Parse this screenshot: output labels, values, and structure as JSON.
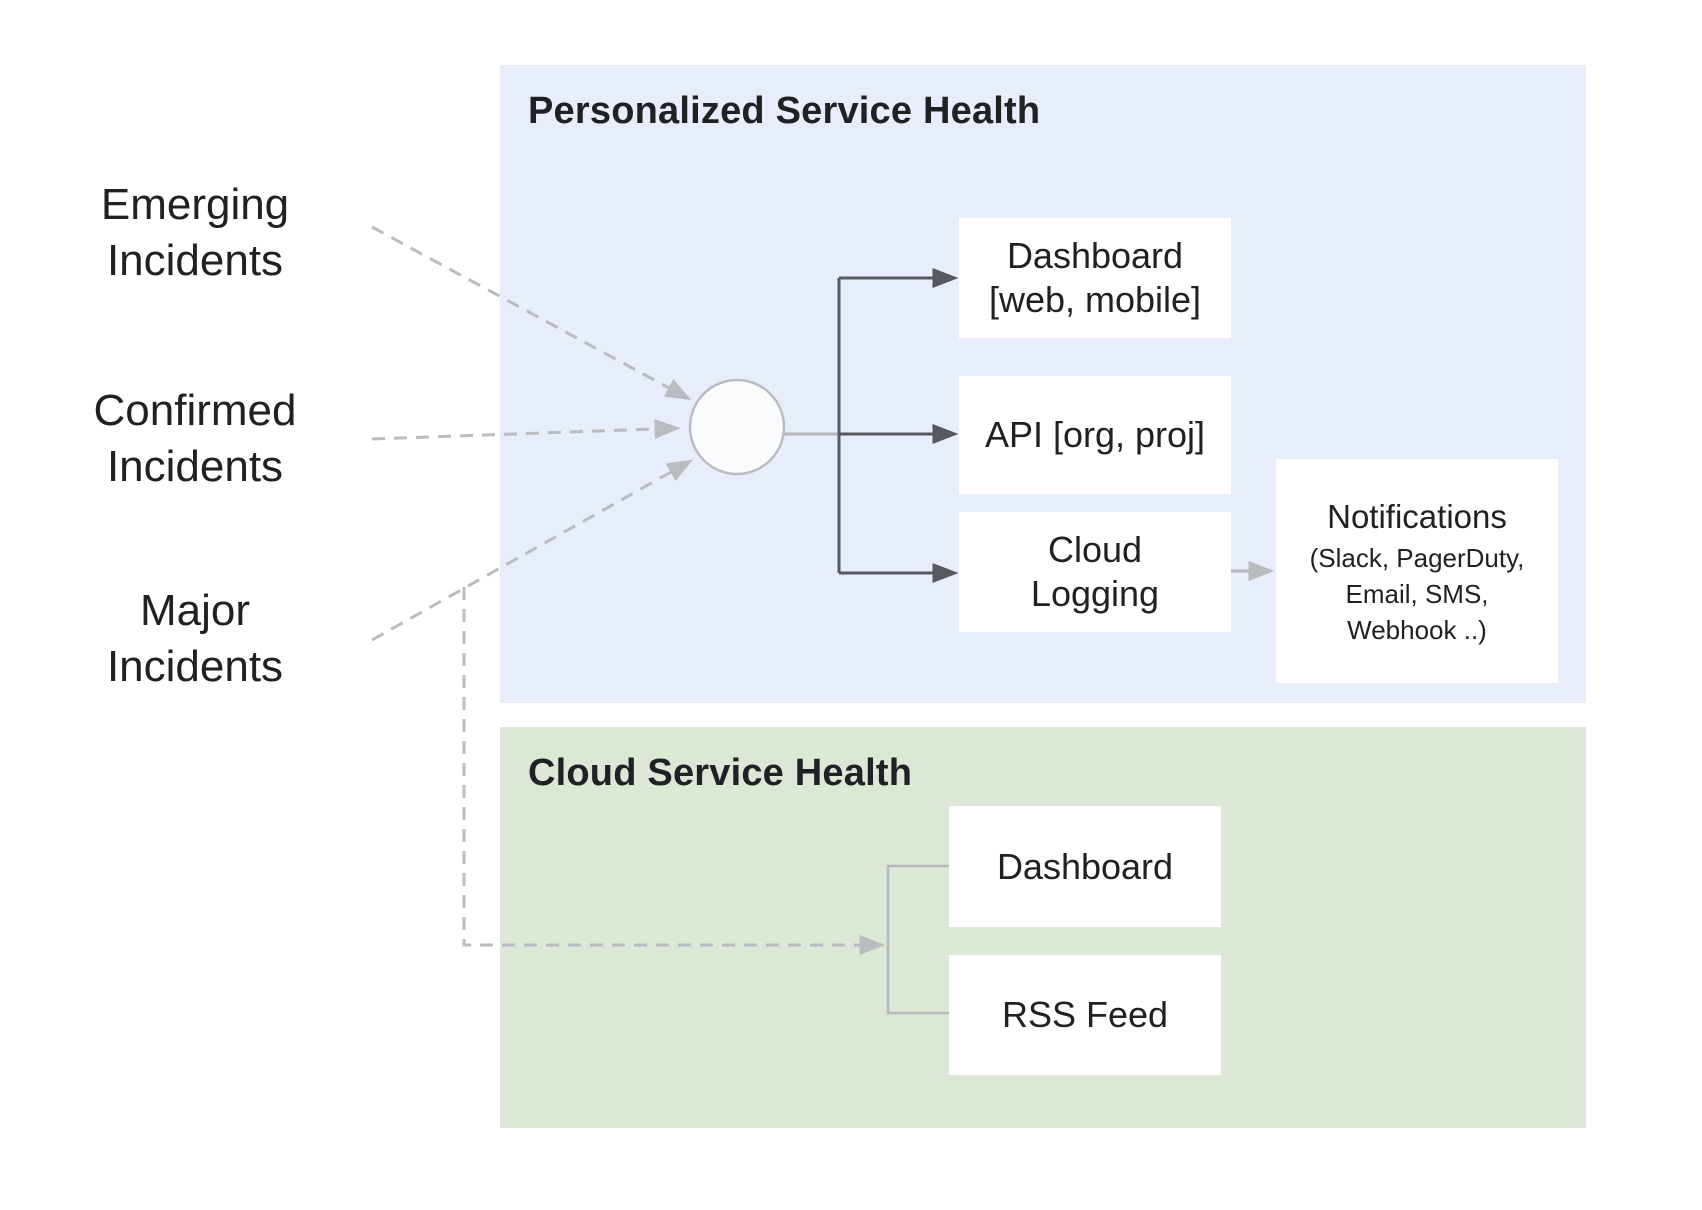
{
  "colors": {
    "panel_blue": "#e8edfc",
    "panel_green": "#dde7d5",
    "box_bg": "#ffffff",
    "text": "#202124",
    "line_dark": "#565a60",
    "line_light": "#b4b7bc",
    "dash": "#b9bcc1",
    "node_fill": "#fafbfd",
    "node_stroke": "#b9bcc1"
  },
  "sources": {
    "emerging": {
      "line1": "Emerging",
      "line2": "Incidents"
    },
    "confirmed": {
      "line1": "Confirmed",
      "line2": "Incidents"
    },
    "major": {
      "line1": "Major",
      "line2": "Incidents"
    }
  },
  "personalized": {
    "title": "Personalized Service Health",
    "dashboard": {
      "line1": "Dashboard",
      "line2": "[web, mobile]"
    },
    "api": {
      "label": "API [org, proj]"
    },
    "cloud_logging": {
      "line1": "Cloud",
      "line2": "Logging"
    },
    "notifications": {
      "title": "Notifications",
      "line1": "(Slack, PagerDuty,",
      "line2": "Email, SMS,",
      "line3": "Webhook ..)"
    }
  },
  "cloud": {
    "title": "Cloud Service Health",
    "dashboard": {
      "label": "Dashboard"
    },
    "rss": {
      "label": "RSS Feed"
    }
  }
}
